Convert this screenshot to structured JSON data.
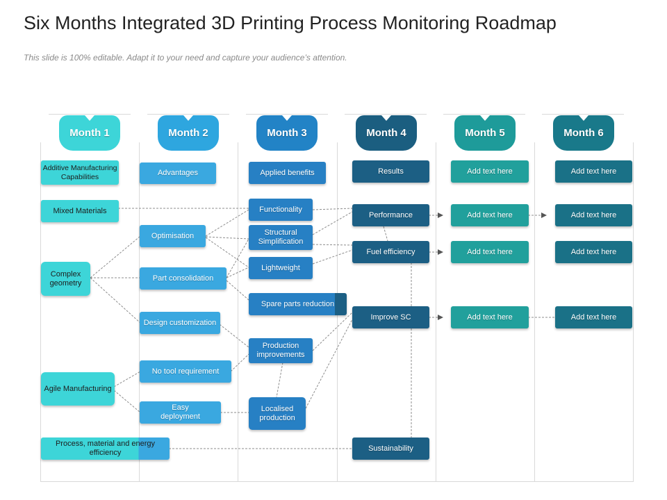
{
  "title": "Six Months Integrated 3D Printing Process Monitoring Roadmap",
  "subtitle": "This slide is 100% editable. Adapt it to your need and capture your audience’s attention.",
  "colors": {
    "month1": "#3dd5d8",
    "month2": "#2ea6df",
    "month3": "#2283c6",
    "month4": "#1b5e80",
    "month5": "#1e9b9a",
    "month6": "#19798a",
    "col1_box": "#3dd5d8",
    "col2_box": "#3aa8e0",
    "col3_box": "#2780c4",
    "col4_box": "#1c5f84",
    "col5_box": "#21a09c",
    "col6_box": "#1a7187"
  },
  "months": [
    {
      "label": "Month 1"
    },
    {
      "label": "Month 2"
    },
    {
      "label": "Month 3"
    },
    {
      "label": "Month 4"
    },
    {
      "label": "Month 5"
    },
    {
      "label": "Month 6"
    }
  ],
  "nodes": {
    "m1_additive": "Additive Manufacturing Capabilities",
    "m1_mixed": "Mixed Materials",
    "m1_complex": "Complex geometry",
    "m1_agile": "Agile Manufacturing",
    "m1_process": "Process, material and energy efficiency",
    "m2_advantages": "Advantages",
    "m2_optimisation": "Optimisation",
    "m2_part": "Part consolidation",
    "m2_design": "Design customization",
    "m2_notool": "No tool requirement",
    "m2_easy": "Easy deployment",
    "m3_applied": "Applied benefits",
    "m3_functionality": "Functionality",
    "m3_structural": "Structural Simplification",
    "m3_lightweight": "Lightweight",
    "m3_spare": "Spare parts reduction",
    "m3_production": "Production improvements",
    "m3_localised": "Localised production",
    "m4_results": "Results",
    "m4_performance": "Performance",
    "m4_fuel": "Fuel efficiency",
    "m4_improve": "Improve SC",
    "m4_sustainability": "Sustainability",
    "m5_r1": "Add text here",
    "m5_r2": "Add text here",
    "m5_r3": "Add text here",
    "m5_r4": "Add text here",
    "m6_r1": "Add text here",
    "m6_r2": "Add text here",
    "m6_r3": "Add text here",
    "m6_r4": "Add text here"
  }
}
